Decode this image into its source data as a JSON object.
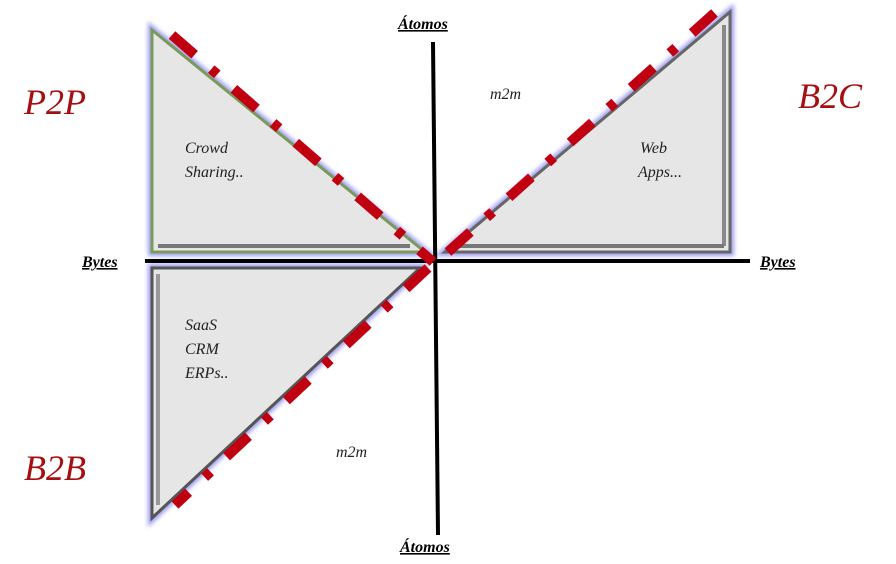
{
  "quadrants": {
    "p2p": "P2P",
    "b2c": "B2C",
    "b2b": "B2B"
  },
  "axes": {
    "top": "Átomos",
    "bottom": "Átomos",
    "left": "Bytes",
    "right": "Bytes"
  },
  "m2m_top": "m2m",
  "m2m_bottom": "m2m",
  "p2p_notes": [
    "Crowd",
    "Sharing.."
  ],
  "b2c_notes": [
    "Web",
    "Apps..."
  ],
  "b2b_notes": [
    "SaaS",
    "CRM",
    "ERPs.."
  ],
  "colors": {
    "quadrant_label": "#a50f12",
    "dash_line": "#c00010",
    "triangle_fill": "#e6e6e6",
    "glow": "#9c9cf0",
    "p2p_border": "#7a9a5a"
  }
}
